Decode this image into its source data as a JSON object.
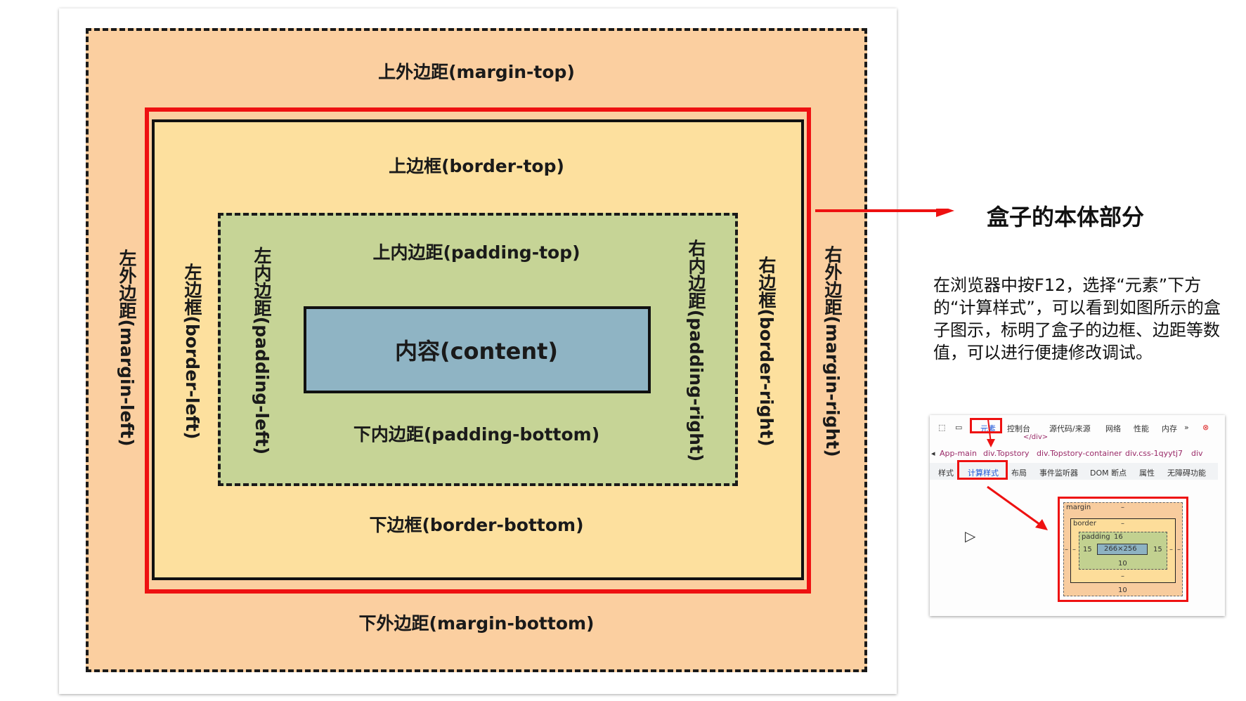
{
  "diagram": {
    "margin_top": "上外边距(margin-top)",
    "margin_bottom": "下外边距(margin-bottom)",
    "margin_left": "左外边距(margin-left)",
    "margin_right": "右外边距(margin-right)",
    "border_top": "上边框(border-top)",
    "border_bottom": "下边框(border-bottom)",
    "border_left": "左边框(border-left)",
    "border_right": "右边框(border-right)",
    "padding_top": "上内边距(padding-top)",
    "padding_bottom": "下内边距(padding-bottom)",
    "padding_left": "左内边距(padding-left)",
    "padding_right": "右内边距(padding-right)",
    "content": "内容(content)"
  },
  "annotation": {
    "body_label": "盒子的本体部分",
    "description": "在浏览器中按F12，选择“元素”下方的“计算样式”，可以看到如图所示的盒子图示，标明了盒子的边框、边距等数值，可以进行便捷修改调试。"
  },
  "devtools": {
    "tabs": [
      "元素",
      "控制台",
      "源代码/来源",
      "网络",
      "性能",
      "内存",
      "»"
    ],
    "div_tag": "</div>",
    "breadcrumbs": [
      "App-main",
      "div.Topstory",
      "div.Topstory-container",
      "div.css-1qyytj7",
      "div"
    ],
    "subtabs": [
      "样式",
      "计算样式",
      "布局",
      "事件监听器",
      "DOM 断点",
      "属性",
      "无障碍功能"
    ],
    "box": {
      "margin_label": "margin",
      "margin_top": "–",
      "margin_bottom": "10",
      "margin_left": "–",
      "margin_right": "–",
      "border_label": "border",
      "border_top": "–",
      "border_bottom": "–",
      "border_left": "–",
      "border_right": "–",
      "padding_label": "padding",
      "padding_top": "16",
      "padding_bottom": "10",
      "padding_left": "15",
      "padding_right": "15",
      "content_size": "266×256"
    }
  },
  "colors": {
    "margin": "#fbcfa0",
    "border": "#fde09e",
    "padding": "#c6d496",
    "content": "#8fb4c4",
    "highlight": "#ee1111"
  }
}
